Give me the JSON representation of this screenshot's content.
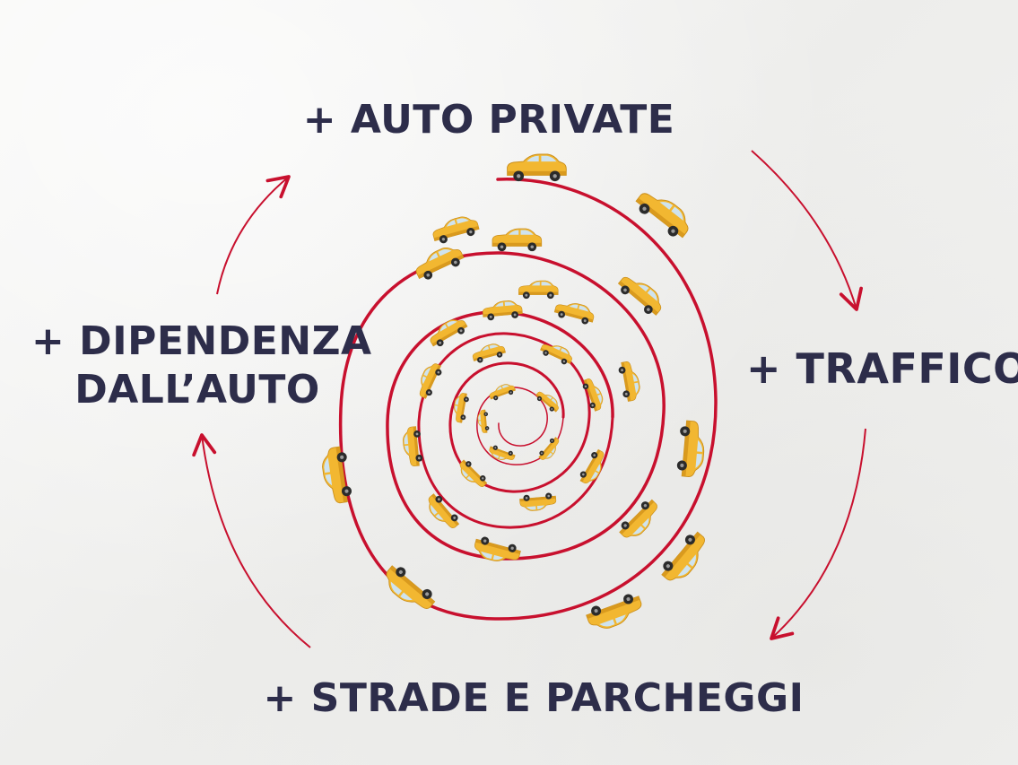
{
  "labels": {
    "top": "+ AUTO PRIVATE",
    "right": "+ TRAFFICO",
    "bottom": "+ STRADE E PARCHEGGI",
    "left_line1": "+ DIPENDENZA",
    "left_line2": "DALL’AUTO"
  },
  "colors": {
    "text": "#2d2d4a",
    "spiral": "#c8102e",
    "arrow": "#c8102e",
    "car_body": "#f2b731",
    "car_shade": "#d99a1e",
    "wheel": "#2b2b2b",
    "window": "#cfe3ee"
  },
  "icons": {
    "cars": "car-icon",
    "arrows": "curved-arrow-icon"
  }
}
